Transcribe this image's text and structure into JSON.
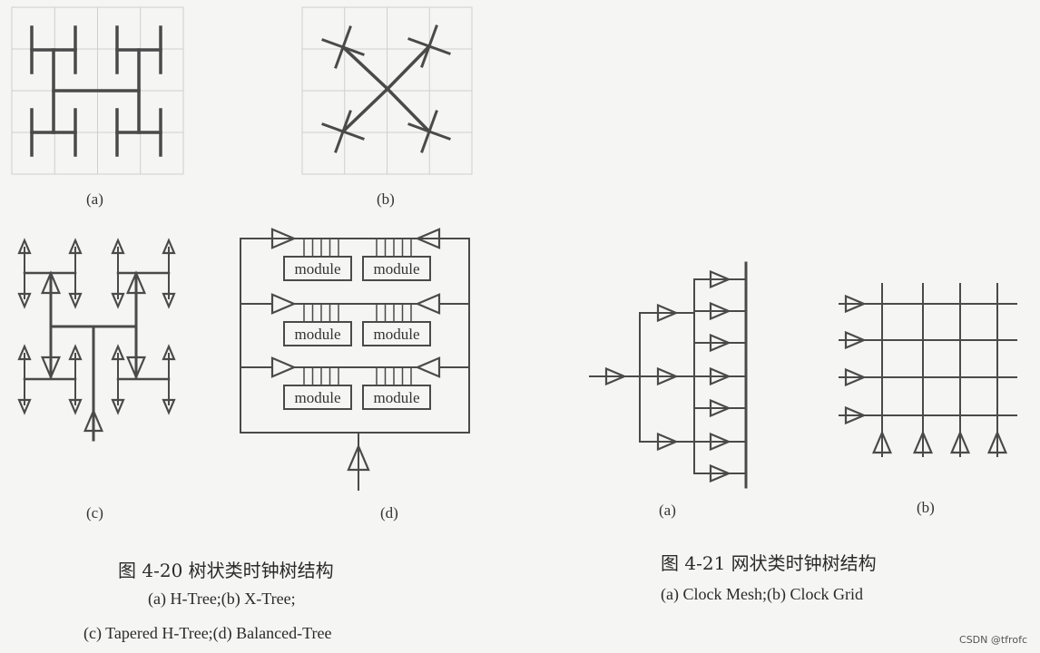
{
  "figure_4_20": {
    "subfigure_labels": [
      "(a)",
      "(b)",
      "(c)",
      "(d)"
    ],
    "module_label": "module",
    "title": "图 4-20  树状类时钟树结构",
    "caption_line1": "(a) H-Tree;(b) X-Tree;",
    "caption_line2": "(c) Tapered H-Tree;(d) Balanced-Tree"
  },
  "figure_4_21": {
    "subfigure_labels": [
      "(a)",
      "(b)"
    ],
    "title": "图 4-21  网状类时钟树结构",
    "caption_line1": "(a) Clock Mesh;(b) Clock Grid"
  },
  "watermark": "CSDN @tfrofc",
  "colors": {
    "ink": "#4a4a4a",
    "grid": "#cfcfcf",
    "paper": "#f5f5f3"
  }
}
